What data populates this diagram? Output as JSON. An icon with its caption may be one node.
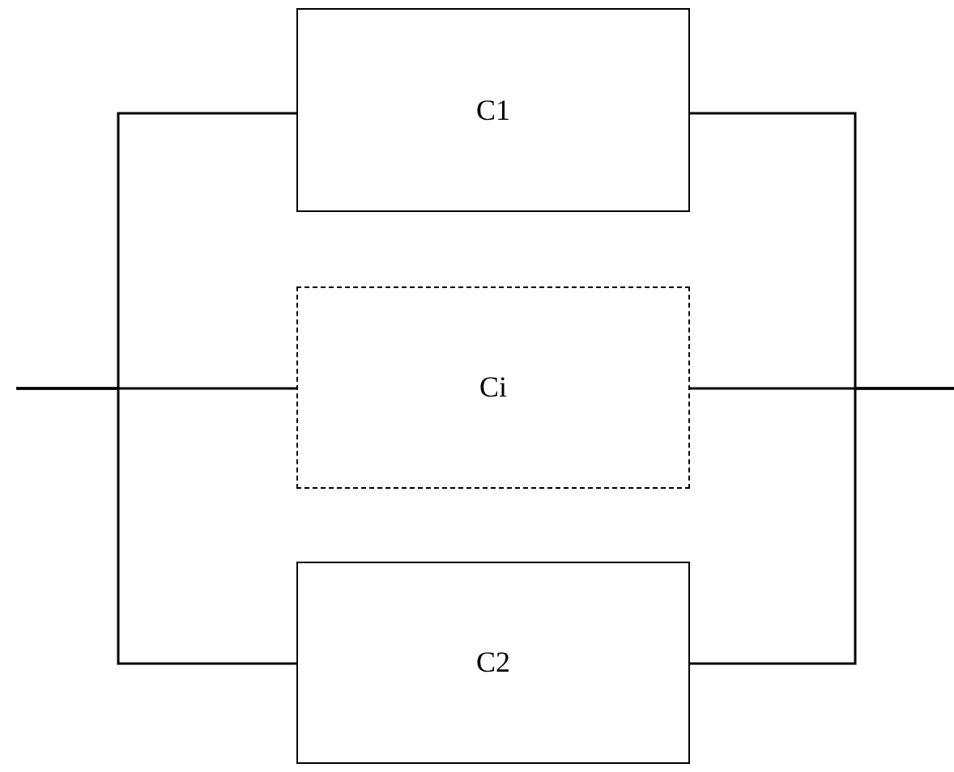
{
  "diagram": {
    "nodes": [
      {
        "text": [
          "C1"
        ]
      },
      {
        "text": [
          "Ci"
        ]
      },
      {
        "text": [
          "C2"
        ]
      }
    ],
    "edges": [
      {
        "from": null,
        "to": 0,
        "arrow": "none"
      },
      {
        "from": null,
        "to": 1,
        "arrow": "none"
      },
      {
        "from": null,
        "to": 2,
        "arrow": "none"
      },
      {
        "from": 0,
        "to": null,
        "arrow": "none"
      },
      {
        "from": 1,
        "to": null,
        "arrow": "none"
      },
      {
        "from": 2,
        "to": null,
        "arrow": "none"
      }
    ]
  }
}
